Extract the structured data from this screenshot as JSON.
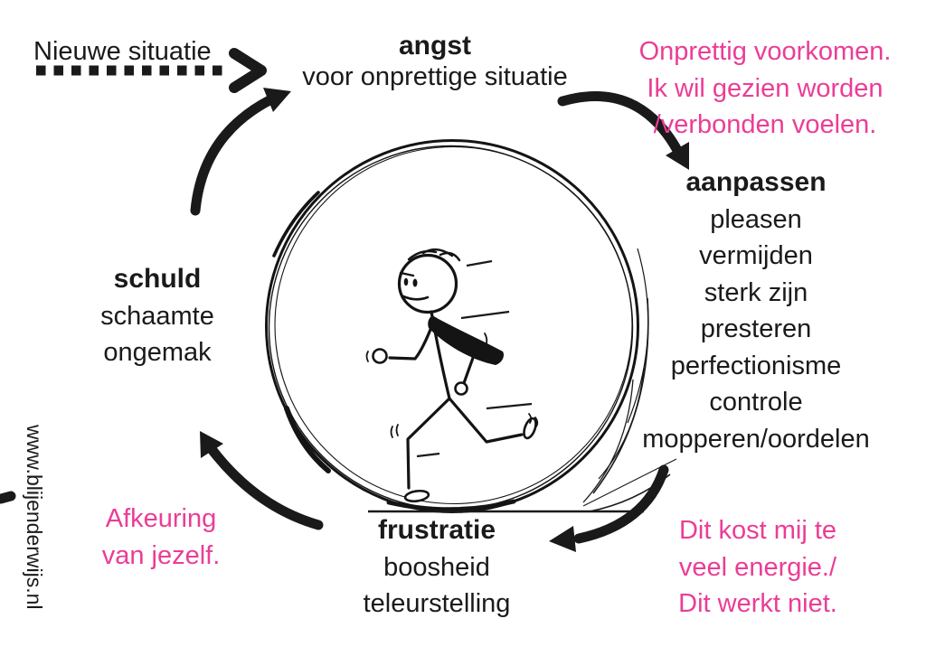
{
  "colors": {
    "ink": "#1a1a1a",
    "accent_pink": "#EB3D96",
    "background": "#ffffff"
  },
  "trigger": {
    "label": "Nieuwe situatie"
  },
  "cycle": {
    "angst": {
      "title": "angst",
      "subtitle": "voor onprettige situatie"
    },
    "aanpassen": {
      "title": "aanpassen",
      "items": [
        "pleasen",
        "vermijden",
        "sterk zijn",
        "presteren",
        "perfectionisme",
        "controle",
        "mopperen/oordelen"
      ]
    },
    "frustratie": {
      "title": "frustratie",
      "items": [
        "boosheid",
        "teleurstelling"
      ]
    },
    "schuld": {
      "title": "schuld",
      "items": [
        "schaamte",
        "ongemak"
      ]
    }
  },
  "annotations": {
    "top_right": {
      "lines": [
        "Onprettig voorkomen.",
        "Ik wil gezien worden",
        "/verbonden voelen."
      ]
    },
    "bottom_right": {
      "lines": [
        "Dit kost mij te",
        "veel energie./",
        "Dit werkt niet."
      ]
    },
    "bottom_left": {
      "lines": [
        "Afkeuring",
        "van jezelf."
      ]
    }
  },
  "watermark": {
    "text": "www.blijenderwijs.nl"
  },
  "icons": {
    "dashed_arrow": "dashed-arrow-right",
    "arrow_to_angst": "curved-arrow-up-right",
    "arrow_to_aanpassen": "curved-arrow-down-right",
    "arrow_to_frustratie": "curved-arrow-left",
    "arrow_to_schuld": "curved-arrow-up-left",
    "center_illustration": "stick-figure-running-in-wheel"
  }
}
